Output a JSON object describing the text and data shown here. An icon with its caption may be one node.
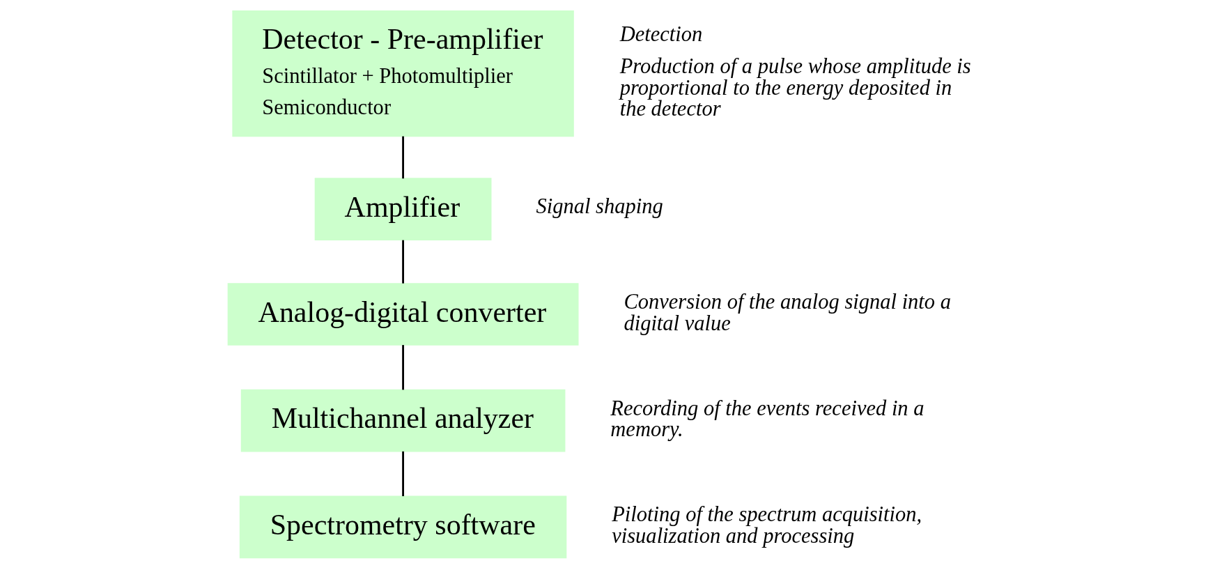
{
  "diagram": {
    "nodes": [
      {
        "text": [
          "Detector - Pre-amplifier",
          "Scintillator + Photomultiplier",
          "Semiconductor"
        ],
        "beside": [
          "Detection",
          "Production of a pulse whose amplitude is proportional to the energy deposited in the detector"
        ]
      },
      {
        "text": [
          "Amplifier"
        ],
        "beside": [
          "Signal shaping"
        ]
      },
      {
        "text": [
          "Analog-digital converter"
        ],
        "beside": [
          "Conversion of the analog signal into a digital value"
        ]
      },
      {
        "text": [
          "Multichannel analyzer"
        ],
        "beside": [
          "Recording of the events received in a memory."
        ]
      },
      {
        "text": [
          "Spectrometry software"
        ],
        "beside": [
          "Piloting of the spectrum acquisition, visualization and processing"
        ]
      }
    ],
    "edges": [
      {
        "from": 0,
        "to": 1,
        "arrow": "none"
      },
      {
        "from": 1,
        "to": 2,
        "arrow": "none"
      },
      {
        "from": 2,
        "to": 3,
        "arrow": "none"
      },
      {
        "from": 3,
        "to": 4,
        "arrow": "none"
      }
    ]
  }
}
